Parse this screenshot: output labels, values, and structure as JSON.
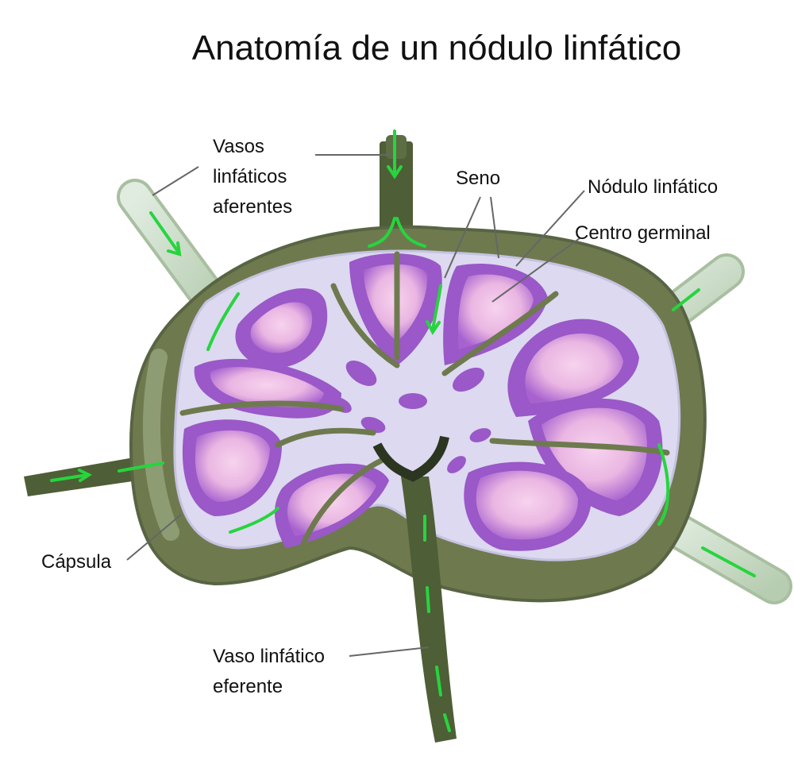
{
  "title": "Anatomía de un nódulo linfático",
  "labels": {
    "afferent": [
      "Vasos",
      "linfáticos",
      "aferentes"
    ],
    "sinus": "Seno",
    "nodule": "Nódulo linfático",
    "germinal_center": "Centro germinal",
    "capsule": "Cápsula",
    "efferent": [
      "Vaso linfático",
      "eferente"
    ]
  },
  "colors": {
    "capsule": "#6e7a4e",
    "capsule_dark": "#5a6640",
    "vessel_light": "#c9dcc4",
    "vessel_dark": "#4e5e36",
    "sinus": "#dcd9f0",
    "nodule": "#9a58c8",
    "germinal_center": "#f4c8ea",
    "flow_arrow": "#27d43f",
    "leader_line": "#666666"
  }
}
